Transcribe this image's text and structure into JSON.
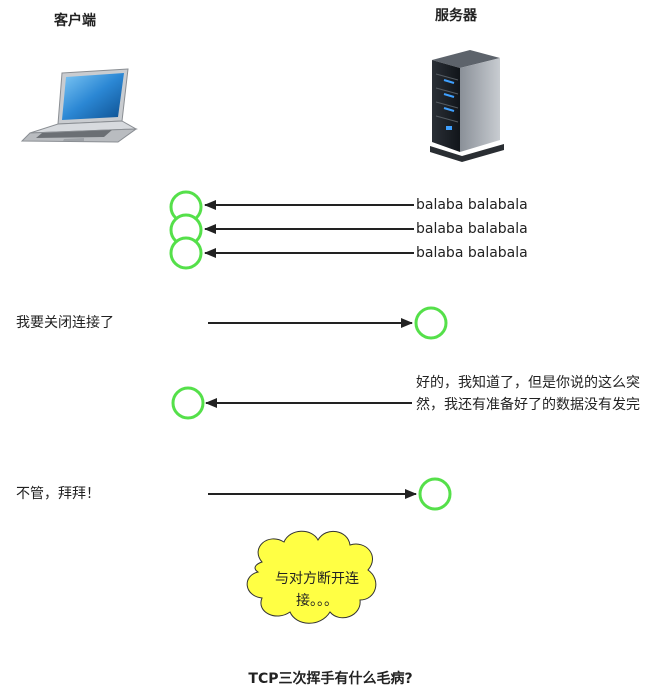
{
  "headers": {
    "client": "客户端",
    "server": "服务器"
  },
  "server_messages": [
    "balaba balabala",
    "balaba balabala",
    "balaba balabala"
  ],
  "client_close": "我要关闭连接了",
  "server_reply": "好的，我知道了，但是你说的这么突然，我还有准备好了的数据没有发完",
  "client_bye": "不管，拜拜！",
  "cloud_text_line1": "与对方断开连",
  "cloud_text_line2": "接。。。",
  "caption": "TCP三次挥手有什么毛病?",
  "colors": {
    "circle": "#55e04a",
    "arrow": "#222222",
    "cloud_fill": "#ffff44"
  },
  "icons": {
    "client": "laptop-icon",
    "server": "server-tower-icon"
  }
}
